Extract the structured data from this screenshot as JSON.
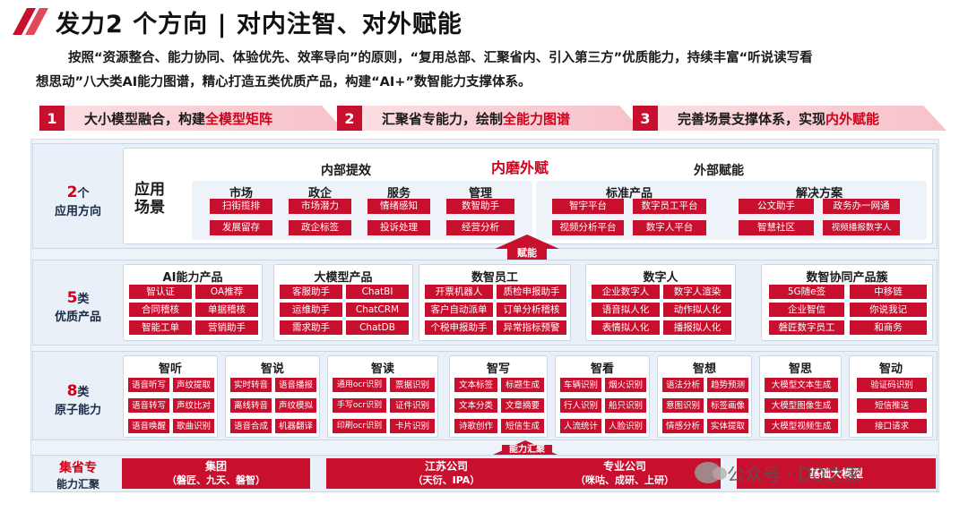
{
  "title": "发力2 个方向 | 对内注智、对外赋能",
  "intro_line1": "按照“资源整合、能力协同、体验优先、效率导向”的原则，“复用总部、汇聚省内、引入第三方”优质能力，持续丰富“听说读写看",
  "intro_line2": "想思动”八大类AI能力图谱，精心打造五类优质产品，构建“AI+”数智能力支撑体系。",
  "goals": [
    {
      "num": "1",
      "pre": "大小模型融合，构建",
      "hl": "全模型矩阵"
    },
    {
      "num": "2",
      "pre": "汇聚省专能力，绘制",
      "hl": "全能力图谱"
    },
    {
      "num": "3",
      "pre": "完善场景支撑体系，实现",
      "hl": "内外赋能"
    }
  ],
  "row1": {
    "label_big": "2",
    "label_unit": "个",
    "label_text": "应用方向",
    "scene_label_1": "应用",
    "scene_label_2": "场景",
    "internal_title": "内部提效",
    "center_title": "内磨外赋",
    "external_title": "外部赋能",
    "groups": [
      {
        "title": "市场",
        "items": [
          "扫街揽排",
          "发展留存"
        ]
      },
      {
        "title": "政企",
        "items": [
          "市场潜力",
          "政企标签"
        ]
      },
      {
        "title": "服务",
        "items": [
          "情绪感知",
          "投诉处理"
        ]
      },
      {
        "title": "管理",
        "items": [
          "数智助手",
          "经营分析"
        ]
      },
      {
        "title": "标准产品",
        "items": [
          "智宇平台",
          "数字员工平台",
          "视频分析平台",
          "数字人平台"
        ]
      },
      {
        "title": "解决方案",
        "items": [
          "公文助手",
          "政务办一网通",
          "智慧社区",
          "视频播报数字人"
        ]
      }
    ]
  },
  "arrow1": "赋能",
  "row2": {
    "label_big": "5",
    "label_unit": "类",
    "label_text": "优质产品",
    "panels": [
      {
        "title": "AI能力产品",
        "items": [
          "智认证",
          "OA推荐",
          "合同稽核",
          "单据稽核",
          "智能工单",
          "营销助手"
        ]
      },
      {
        "title": "大模型产品",
        "items": [
          "客服助手",
          "ChatBI",
          "运维助手",
          "ChatCRM",
          "需求助手",
          "ChatDB"
        ]
      },
      {
        "title": "数智员工",
        "items": [
          "开票机器人",
          "质检申报助手",
          "客户自动派单",
          "订单分析稽核",
          "个税申报助手",
          "异常指标预警"
        ]
      },
      {
        "title": "数字人",
        "items": [
          "企业数字人",
          "数字人渲染",
          "语音拟人化",
          "动作拟人化",
          "表情拟人化",
          "播报拟人化"
        ]
      },
      {
        "title": "数智协同产品簇",
        "items": [
          "5G随e签",
          "中移链",
          "企业智信",
          "你说我记",
          "磐匠数字员工",
          "和商务"
        ]
      }
    ]
  },
  "row3": {
    "label_big": "8",
    "label_unit": "类",
    "label_text": "原子能力",
    "panels": [
      {
        "title": "智听",
        "items": [
          "语音听写",
          "声纹提取",
          "语音转写",
          "声纹比对",
          "语音唤醒",
          "歌曲识别"
        ]
      },
      {
        "title": "智说",
        "items": [
          "实时转音",
          "语音播报",
          "离线转音",
          "声纹模拟",
          "语音合成",
          "机器翻译"
        ]
      },
      {
        "title": "智读",
        "items": [
          "通用ocr识别",
          "票据识别",
          "手写ocr识别",
          "证件识别",
          "印刷ocr识别",
          "卡片识别"
        ]
      },
      {
        "title": "智写",
        "items": [
          "文本标签",
          "标题生成",
          "文本分类",
          "文章摘要",
          "诗歌创作",
          "短信生成"
        ]
      },
      {
        "title": "智看",
        "items": [
          "车辆识别",
          "烟火识别",
          "行人识别",
          "船只识别",
          "人流统计",
          "人脸识别"
        ]
      },
      {
        "title": "智想",
        "items": [
          "语法分析",
          "趋势预测",
          "意图识别",
          "标签画像",
          "情感分析",
          "实体提取"
        ]
      },
      {
        "title": "智思",
        "items": [
          "大模型文本生成",
          "大模型图像生成",
          "大模型视频生成"
        ]
      },
      {
        "title": "智动",
        "items": [
          "验证码识别",
          "短信推送",
          "接口请求"
        ]
      }
    ]
  },
  "arrow2": "能力汇聚",
  "row4": {
    "label_1": "集省专",
    "label_2": "能力汇聚",
    "boxes": [
      {
        "title": "集团",
        "sub": "（磐匠、九天、磐智）"
      },
      {
        "title": "江苏公司",
        "sub": "（天衍、IPA）"
      },
      {
        "title": "专业公司",
        "sub": "（咪咕、成研、上研）"
      },
      {
        "title": "基础大模型",
        "sub": ""
      }
    ]
  },
  "watermark": "公众号 · DO之家"
}
